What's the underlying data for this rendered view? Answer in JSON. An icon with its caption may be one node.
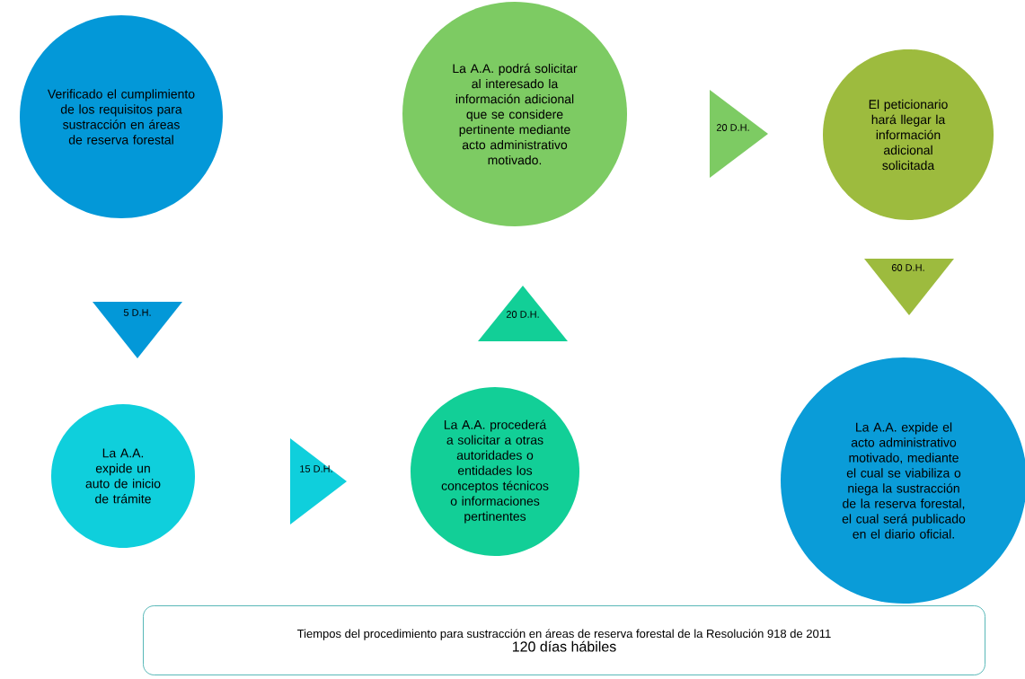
{
  "diagram": {
    "nodes": [
      {
        "text": [
          "Verificado el cumplimiento de los requisitos para sustracción en áreas de reserva forestal"
        ]
      },
      {
        "text": [
          "5 D.H."
        ]
      },
      {
        "text": [
          "La A.A. expide un auto de inicio de trámite"
        ]
      },
      {
        "text": [
          "15 D.H."
        ]
      },
      {
        "text": [
          "La A.A. procederá a solicitar a otras autoridades o entidades los conceptos técnicos o informaciones pertinentes"
        ]
      },
      {
        "text": [
          "20 D.H."
        ]
      },
      {
        "text": [
          "La A.A. podrá solicitar al interesado la información adicional que se considere pertinente mediante acto administrativo motivado."
        ]
      },
      {
        "text": [
          "20 D.H."
        ]
      },
      {
        "text": [
          "El peticionario hará llegar la información adicional solicitada"
        ]
      },
      {
        "text": [
          "60 D.H."
        ]
      },
      {
        "text": [
          "La A.A. expide el acto administrativo motivado, mediante el cual se viabiliza o niega la sustracción de la reserva forestal, el cual será publicado en el diario oficial."
        ]
      },
      {
        "text": [
          "Tiempos del procedimiento para sustracción en áreas de reserva forestal de la Resolución 918 de 2011",
          "120 días hábiles"
        ]
      }
    ]
  }
}
